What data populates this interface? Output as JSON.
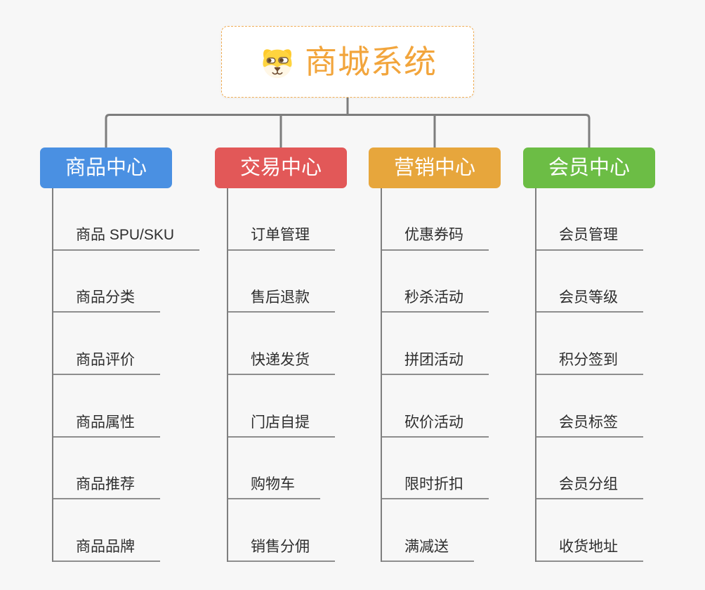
{
  "diagram": {
    "page_background": "#f7f7f7",
    "connector_color": "#7d7d7d",
    "root": {
      "title": "商城系统",
      "icon": "dog-face-icon",
      "title_color": "#f2a53c",
      "border_color": "#f0ad55",
      "background": "#ffffff"
    },
    "branches": [
      {
        "id": "product-center",
        "label": "商品中心",
        "color": "#4a90e2",
        "children": [
          "商品 SPU/SKU",
          "商品分类",
          "商品评价",
          "商品属性",
          "商品推荐",
          "商品品牌"
        ]
      },
      {
        "id": "trade-center",
        "label": "交易中心",
        "color": "#e25858",
        "children": [
          "订单管理",
          "售后退款",
          "快递发货",
          "门店自提",
          "购物车",
          "销售分佣"
        ]
      },
      {
        "id": "marketing-center",
        "label": "营销中心",
        "color": "#e7a63c",
        "children": [
          "优惠券码",
          "秒杀活动",
          "拼团活动",
          "砍价活动",
          "限时折扣",
          "满减送"
        ]
      },
      {
        "id": "member-center",
        "label": "会员中心",
        "color": "#6cbd45",
        "children": [
          "会员管理",
          "会员等级",
          "积分签到",
          "会员标签",
          "会员分组",
          "收货地址"
        ]
      }
    ]
  }
}
